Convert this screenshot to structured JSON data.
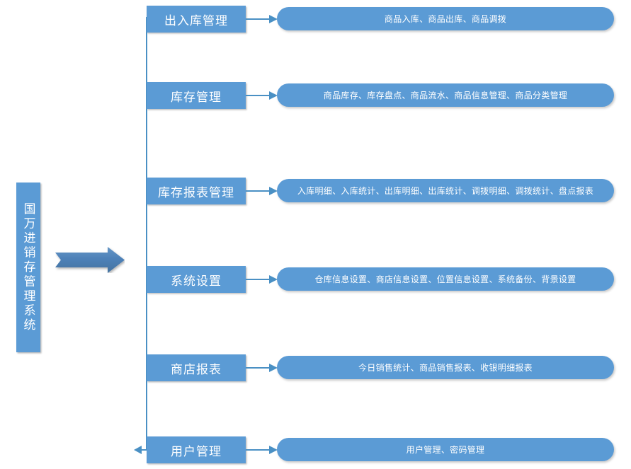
{
  "diagram": {
    "root": {
      "label": "国万进销存管理系统",
      "orientation": "vertical"
    },
    "colors": {
      "node_fill": "#5B9BD5",
      "arrow_fill": "#4E81B8",
      "connector_line": "#4A90C4",
      "node_text": "#FFFFFF",
      "background": "#FFFFFF"
    },
    "modules": [
      {
        "name": "出入库管理",
        "details": "商品入库、商品出库、商品调拨"
      },
      {
        "name": "库存管理",
        "details": "商品库存、库存盘点、商品流水、商品信息管理、商品分类管理"
      },
      {
        "name": "库存报表管理",
        "details": "入库明细、入库统计、出库明细、出库统计、调拨明细、调拨统计、盘点报表"
      },
      {
        "name": "系统设置",
        "details": "仓库信息设置、商店信息设置、位置信息设置、系统备份、背景设置"
      },
      {
        "name": "商店报表",
        "details": "今日销售统计、商品销售报表、收银明细报表"
      },
      {
        "name": "用户管理",
        "details": "用户管理、密码管理"
      }
    ],
    "icons": {
      "main_arrow": "block-right-arrow-icon",
      "row_arrow": "right-arrow-icon",
      "tree_connector": "tree-branch-connector"
    }
  }
}
